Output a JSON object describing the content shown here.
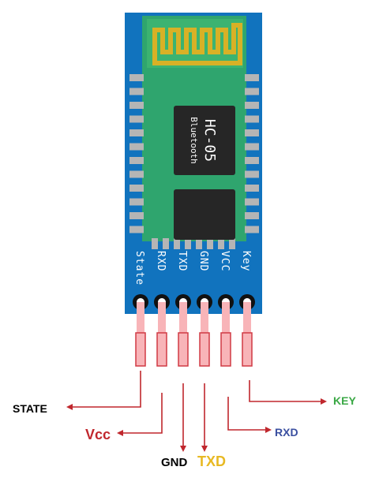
{
  "module": {
    "chip_name": "HC-05",
    "chip_subtitle": "Bluetooth",
    "colors": {
      "board": "#1173be",
      "pcb": "#2fa56e",
      "chip": "#262626",
      "antenna": "#d8b126",
      "pad": "#b5b5b5"
    }
  },
  "pins": [
    {
      "label": "State"
    },
    {
      "label": "RXD"
    },
    {
      "label": "TXD"
    },
    {
      "label": "GND"
    },
    {
      "label": "VCC"
    },
    {
      "label": "Key"
    }
  ],
  "connections": [
    {
      "label": "STATE",
      "color": "#000000"
    },
    {
      "label": "Vcc",
      "color": "#c0272d"
    },
    {
      "label": "GND",
      "color": "#000000"
    },
    {
      "label": "TXD",
      "color": "#e8b923"
    },
    {
      "label": "RXD",
      "color": "#3a4fa0"
    },
    {
      "label": "KEY",
      "color": "#3aa845"
    }
  ],
  "colors": {
    "wire": "#c0272d",
    "lead": "#f8b4b8"
  }
}
